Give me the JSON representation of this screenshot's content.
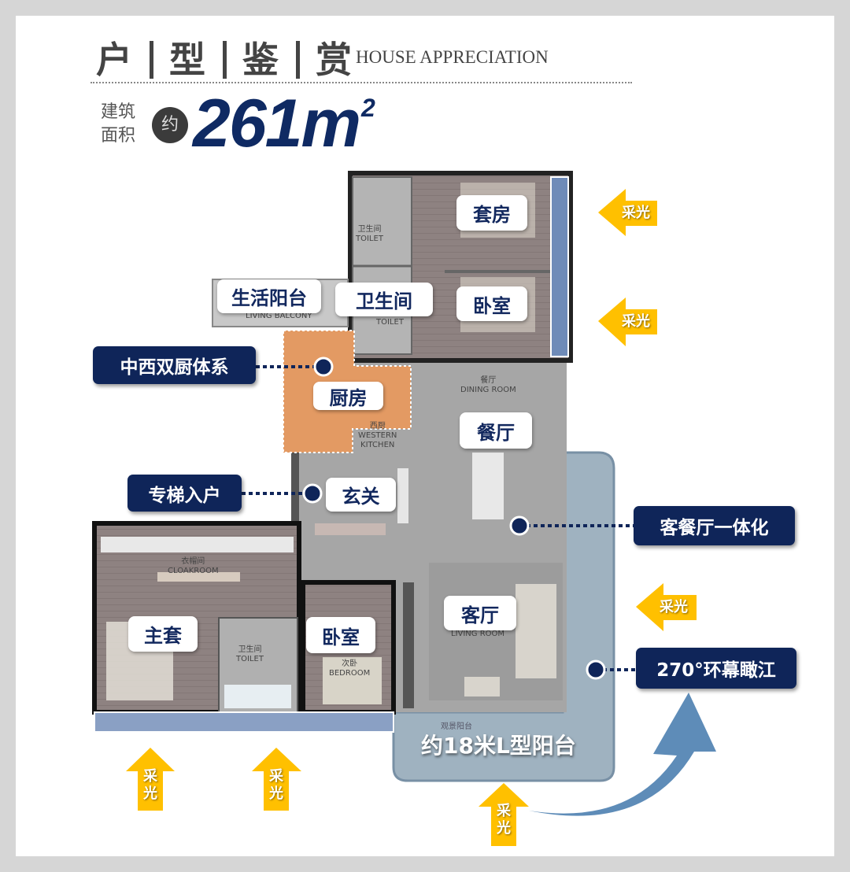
{
  "header": {
    "title_chars": [
      "户",
      "型",
      "鉴",
      "赏"
    ],
    "subtitle": "HOUSE APPRECIATION",
    "area_label_line1": "建筑",
    "area_label_line2": "面积",
    "approx": "约",
    "area_value": "261",
    "area_unit": "m",
    "area_unit_sup": "2"
  },
  "colors": {
    "navy": "#0f2559",
    "accent_yellow": "#ffc000",
    "kitchen_orange": "#e39a63",
    "balcony_blue": "#8fa9c4",
    "view_arrow": "#5e8cb8"
  },
  "room_labels": {
    "suite": "套房",
    "bedroom_upper": "卧室",
    "living_balcony": "生活阳台",
    "bathroom": "卫生间",
    "kitchen": "厨房",
    "dining": "餐厅",
    "foyer": "玄关",
    "living": "客厅",
    "master_suite": "主套",
    "bedroom_lower": "卧室",
    "l_balcony": "约18米L型阳台"
  },
  "feature_labels": {
    "dual_kitchen": "中西双厨体系",
    "private_elevator": "专梯入户",
    "living_dining": "客餐厅一体化",
    "river_view": "270°环幕瞰江"
  },
  "plan_small_text": {
    "toilet_cn": "卫生间",
    "toilet_en": "TOILET",
    "living_balcony_en": "LIVING BALCONY",
    "dining_cn": "餐厅",
    "dining_en": "DINING ROOM",
    "western_kitchen_cn": "西厨",
    "western_kitchen_en1": "WESTERN",
    "western_kitchen_en2": "KITCHEN",
    "cloakroom_cn": "衣帽间",
    "cloakroom_en": "CLOAKROOM",
    "living_room_en": "LIVING ROOM",
    "bedroom2_cn": "次卧",
    "bedroom_en": "BEDROOM",
    "view_balcony_cn": "观景阳台"
  },
  "light_arrow_label": "采光",
  "light_arrows": [
    {
      "direction": "left"
    },
    {
      "direction": "left"
    },
    {
      "direction": "left"
    },
    {
      "direction": "up"
    },
    {
      "direction": "up"
    },
    {
      "direction": "up"
    }
  ]
}
